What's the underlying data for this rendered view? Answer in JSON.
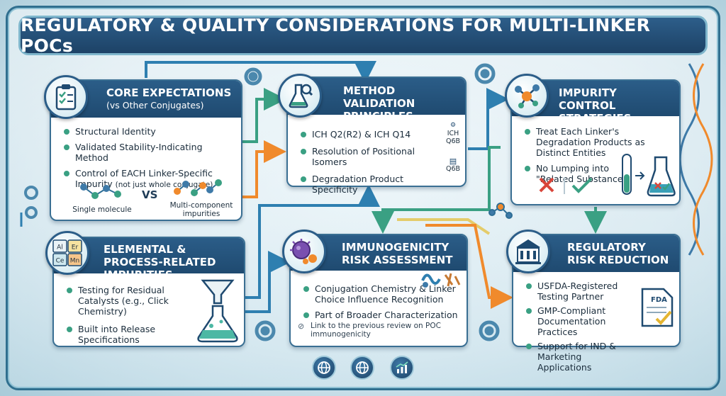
{
  "title": "REGULATORY & QUALITY CONSIDERATIONS FOR MULTI-LINKER POCs",
  "colors": {
    "header": "#1f4a70",
    "bullet": "#3aa083",
    "arrow_blue": "#2e7fb0",
    "arrow_orange": "#f08a2c",
    "arrow_green": "#3aa083",
    "arrow_yellow": "#e4cc6a"
  },
  "cards": {
    "core": {
      "title": "CORE EXPECTATIONS",
      "subtitle": "(vs Other Conjugates)",
      "icon": "clipboard-checklist-icon",
      "items": [
        "Structural Identity",
        "Validated Stability-Indicating Method",
        "Control of EACH Linker-Specific Impurity"
      ],
      "item3_note": "(not just whole conjugate)",
      "vs": "VS",
      "single_caption": "Single molecule",
      "multi_caption": "Multi-component impurities"
    },
    "method": {
      "title": "METHOD VALIDATION PRINCIPLES",
      "icon": "flask-magnifier-icon",
      "items": [
        "ICH Q2(R2) & ICH Q14",
        "Resolution of Positional Isomers",
        "Degradation Product Specificity"
      ],
      "ich_label_1": "ICH",
      "ich_label_2": "Q6B",
      "ich_label_3": "Q6B"
    },
    "impurity": {
      "title": "IMPURITY CONTROL STRATEGIES",
      "icon": "molecule-icon",
      "items": [
        "Treat Each Linker's Degradation Products as Distinct Entities",
        "No Lumping into \"Related Substances\""
      ]
    },
    "elemental": {
      "title": "ELEMENTAL & PROCESS-RELATED IMPURITIES",
      "icon": "periodic-table-icon",
      "elements": [
        "Al",
        "Er",
        "Ce",
        "Mn"
      ],
      "items": [
        "Testing for Residual Catalysts (e.g., Click Chemistry)",
        "Built into Release Specifications"
      ]
    },
    "immuno": {
      "title": "IMMUNOGENICITY RISK ASSESSMENT",
      "icon": "immune-cell-icon",
      "items": [
        "Conjugation Chemistry & Linker Choice Influence Recognition",
        "Part of Broader Characterization"
      ],
      "link_note": "Link to the previous review on POC immunogenicity"
    },
    "regulatory": {
      "title": "REGULATORY RISK REDUCTION",
      "icon": "fda-building-icon",
      "items": [
        "USFDA-Registered Testing Partner",
        "GMP-Compliant Documentation Practices",
        "Support for IND & Marketing Applications"
      ],
      "doc_label": "FDA"
    }
  }
}
